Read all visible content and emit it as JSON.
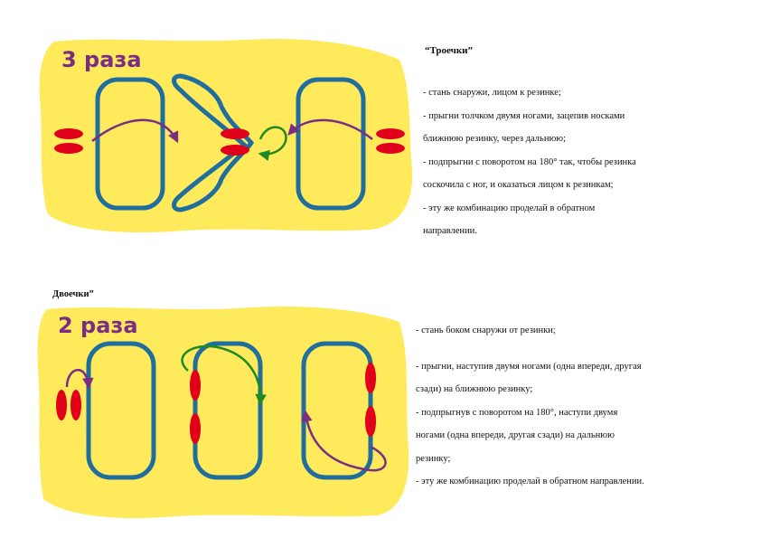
{
  "page": {
    "background": "#ffffff"
  },
  "colors": {
    "mat": "#ffea5c",
    "rope": "#1f6e9e",
    "feet": "#e1001a",
    "arrow_purple": "#7a2e83",
    "arrow_green": "#1f8a1f"
  },
  "section1": {
    "title": "“Троечки”",
    "count_label": "3 раза",
    "steps": [
      "- стань снаружи, лицом к резинке;",
      "- прыгни толчком двумя ногами, зацепив носками",
      "ближнюю резинку, через дальнюю;",
      "- подпрыгни с поворотом на 180° так, чтобы резинка",
      "соскочила с ног, и оказаться лицом к резинкам;",
      "- эту же комбинацию проделай в обратном",
      "направлении."
    ]
  },
  "section2": {
    "title": "Двоечки”",
    "count_label": "2 раза",
    "steps": [
      "- стань боком снаружи от резинки;",
      "- прыгни, наступив двумя ногами (одна впереди, другая",
      "сзади) на ближнюю резинку;",
      "- подпрыгнув с поворотом на 180°, наступи двумя",
      "ногами (одна впереди, другая сзади) на дальнюю",
      "резинку;",
      "- эту же комбинацию проделай в обратном направлении."
    ]
  }
}
